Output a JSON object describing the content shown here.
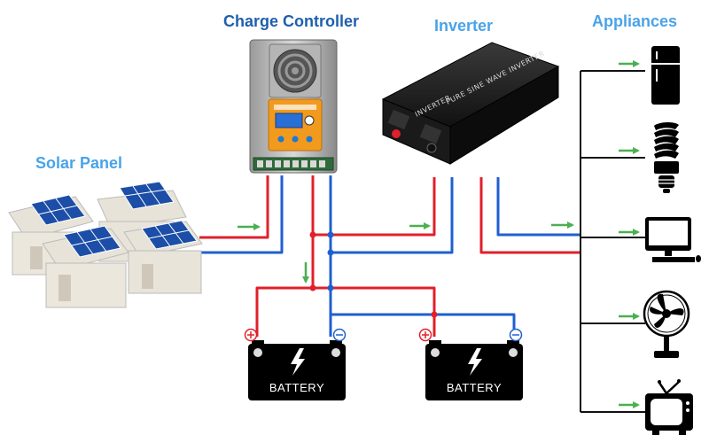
{
  "labels": {
    "solar_panel": "Solar Panel",
    "charge_controller": "Charge Controller",
    "inverter": "Inverter",
    "appliances": "Appliances"
  },
  "batteries": [
    {
      "label": "BATTERY"
    },
    {
      "label": "BATTERY"
    }
  ],
  "inverter_device": {
    "product_text": "PURE SINE WAVE INVERTER",
    "brand_text": "INVERTER"
  },
  "appliances": [
    {
      "icon": "refrigerator-icon"
    },
    {
      "icon": "light-bulb-icon"
    },
    {
      "icon": "computer-icon"
    },
    {
      "icon": "fan-icon"
    },
    {
      "icon": "tv-icon"
    }
  ],
  "colors": {
    "positive_wire": "#e0202a",
    "negative_wire": "#1f5fd0",
    "ac_bus": "#111111",
    "flow_arrow": "#4caf50",
    "label_dark": "#1f5fae",
    "label_light": "#4aa3e8"
  }
}
